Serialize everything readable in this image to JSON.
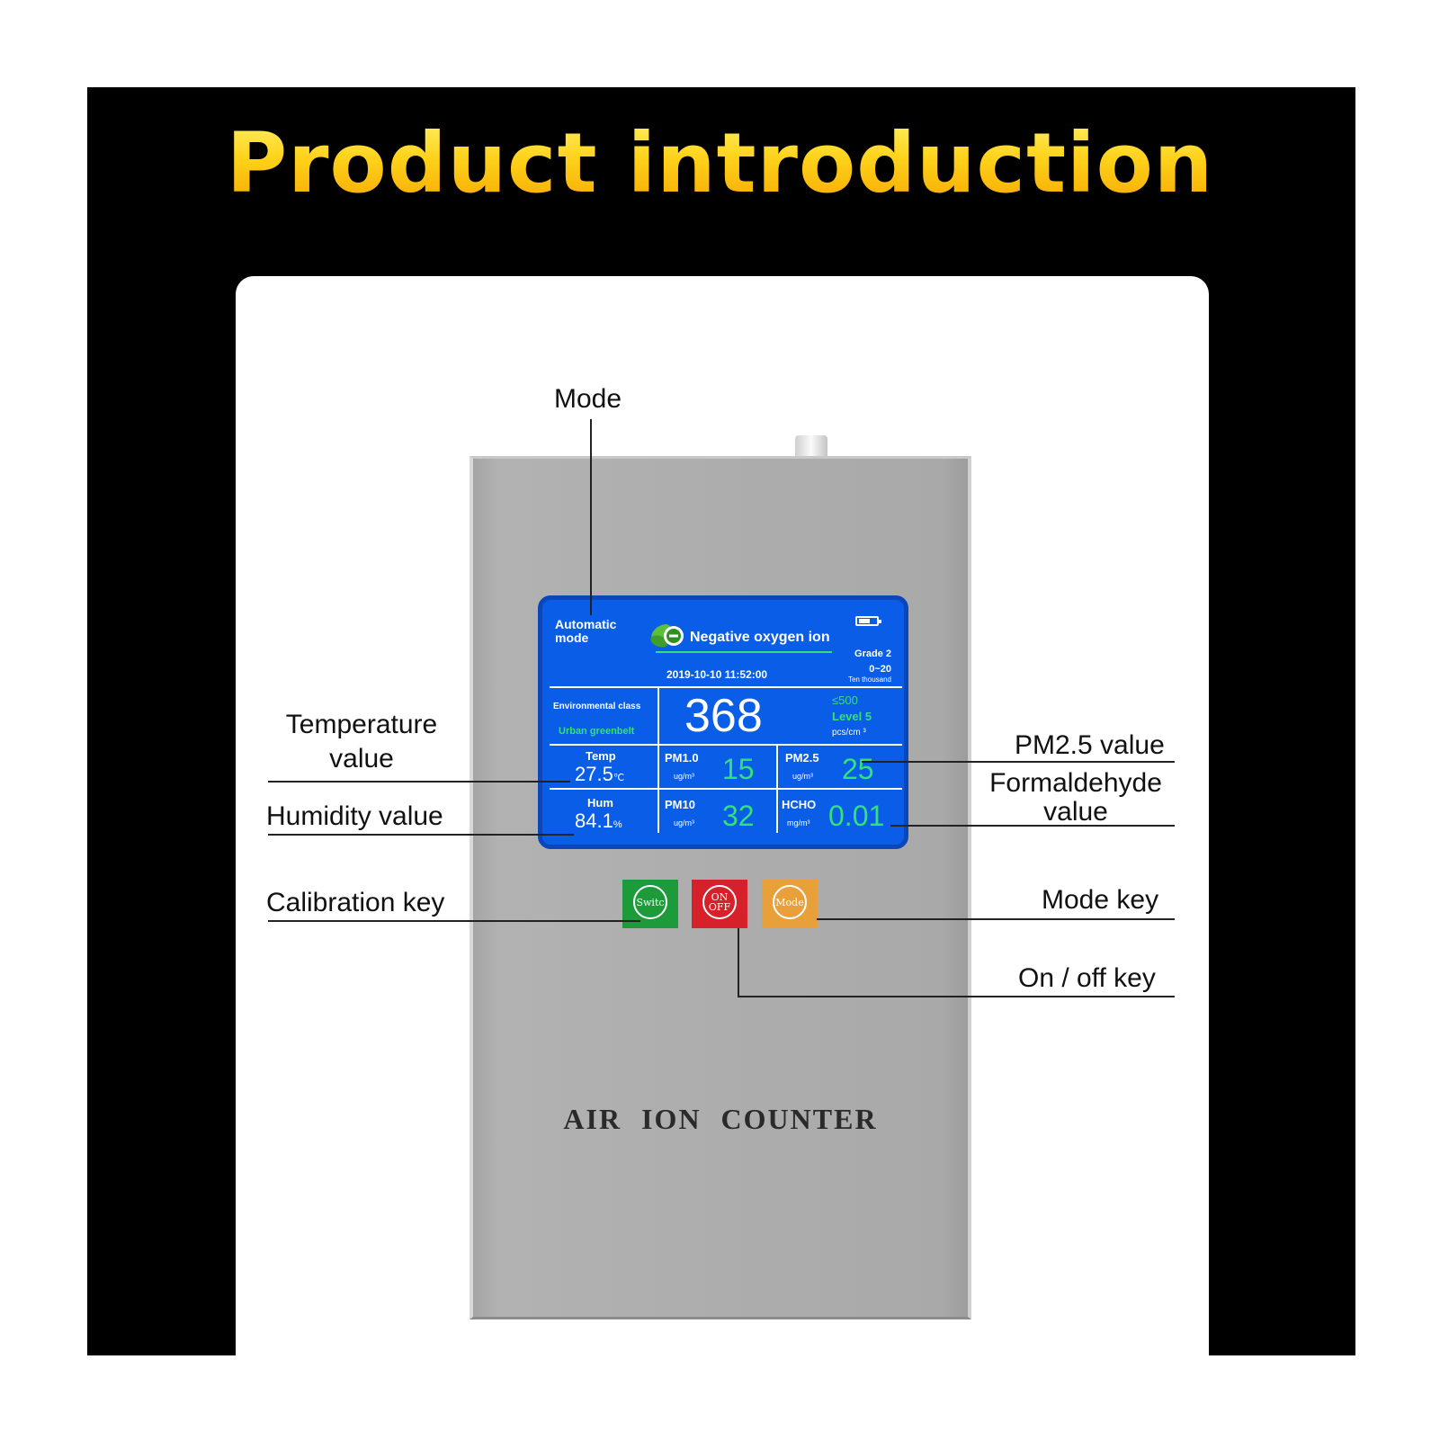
{
  "title": "Product introduction",
  "callouts": {
    "mode": "Mode",
    "temperature": [
      "Temperature",
      "value"
    ],
    "humidity": "Humidity value",
    "calibration_key": "Calibration key",
    "pm25": "PM2.5 value",
    "formaldehyde": [
      "Formaldehyde",
      "value"
    ],
    "mode_key": "Mode key",
    "onoff_key": "On / off key"
  },
  "screen": {
    "mode_line1": "Automatic",
    "mode_line2": "mode",
    "header": "Negative oxygen ion",
    "grade": "Grade 2",
    "range": "0~20",
    "range_unit": "Ten thousand",
    "datetime": "2019-10-10   11:52:00",
    "env_class_label": "Environmental class",
    "env_class_value": "Urban greenbelt",
    "ion_value": "368",
    "threshold": "≤500",
    "level": "Level 5",
    "ion_unit": "pcs/cm ³",
    "temp_label": "Temp",
    "temp_value": "27.5",
    "temp_unit": "℃",
    "hum_label": "Hum",
    "hum_value": "84.1",
    "hum_unit": "%",
    "pm10_label": "PM1.0",
    "pm10_unit": "ug/m³",
    "pm10_value": "15",
    "pm25_label": "PM2.5",
    "pm25_unit": "ug/m³",
    "pm25_value": "25",
    "pm10b_label": "PM10",
    "pm10b_unit": "ug/m³",
    "pm10b_value": "32",
    "hcho_label": "HCHO",
    "hcho_unit": "mg/m³",
    "hcho_value": "0.01"
  },
  "keys": {
    "switch": "Switc",
    "onoff_top": "ON",
    "onoff_bottom": "OFF",
    "mode": "Mode"
  },
  "brand": "AIR ION COUNTER",
  "colors": {
    "title_gold": "#ffcc00",
    "screen_blue": "#0a5de6",
    "value_green": "#34e07a",
    "switch_key": "#1d9a3a",
    "onoff_key": "#d6202a",
    "mode_key": "#e8a13a"
  }
}
